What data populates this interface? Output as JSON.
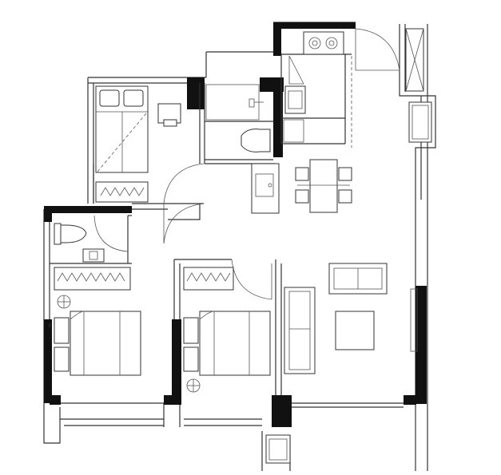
{
  "plan": {
    "rooms": [
      {
        "name": "kitchen"
      },
      {
        "name": "dining"
      },
      {
        "name": "living-room"
      },
      {
        "name": "bedroom-north"
      },
      {
        "name": "bathroom"
      },
      {
        "name": "bedroom-west"
      },
      {
        "name": "bedroom-middle"
      },
      {
        "name": "balcony"
      }
    ],
    "icons": [
      "stove-icon",
      "sink-icon",
      "toilet-icon",
      "bed-icon",
      "sofa-icon",
      "wardrobe-icon",
      "table-icon",
      "chair-icon",
      "door-swing-icon"
    ]
  }
}
